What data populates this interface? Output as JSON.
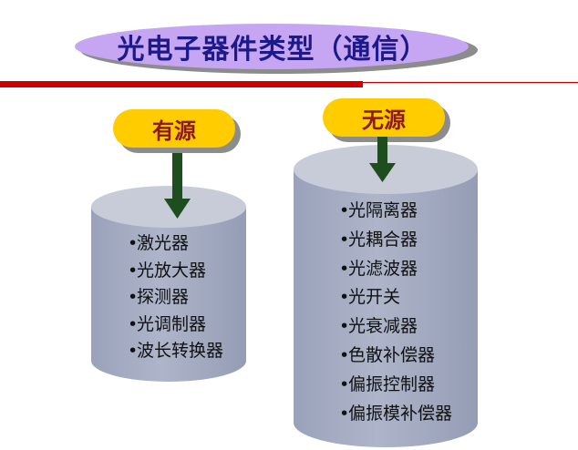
{
  "title": "光电子器件类型（通信）",
  "colors": {
    "title_fill": "#c6a6f2",
    "title_text": "#1c1a8a",
    "rule_red": "#cc0000",
    "tag_fill": "#ffcc00",
    "tag_text": "#8b1a1a",
    "arrow": "#1e4d1e",
    "cylinder_top": "#c8ccd8",
    "cylinder_body": "#a6aec4"
  },
  "active": {
    "label": "有源",
    "items": [
      "激光器",
      "光放大器",
      "探测器",
      "光调制器",
      "波长转换器"
    ]
  },
  "passive": {
    "label": "无源",
    "items": [
      "光隔离器",
      "光耦合器",
      "光滤波器",
      "光开关",
      "光衰减器",
      "色散补偿器",
      "偏振控制器",
      "偏振模补偿器"
    ]
  }
}
